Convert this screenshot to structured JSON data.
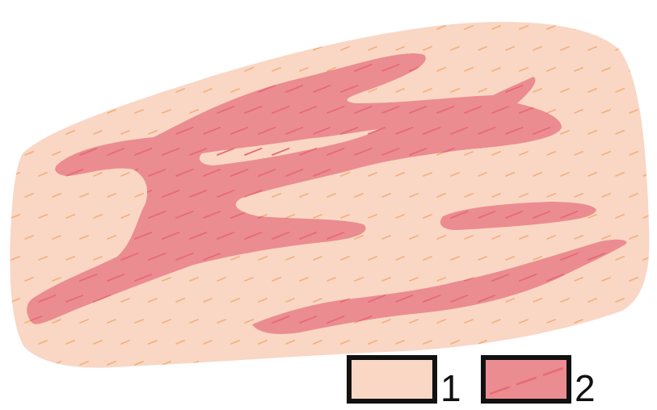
{
  "colors": {
    "background": "#ffffff",
    "unit1_fill": "#f9d7c4",
    "unit2_fill": "#eb8c91",
    "dash_on_unit1": "#f2b07a",
    "dash_on_unit2": "#e56b76",
    "legend_border": "#111111"
  },
  "legend": {
    "items": [
      {
        "label": "1",
        "fill_key": "unit1_fill",
        "has_dash": false
      },
      {
        "label": "2",
        "fill_key": "unit2_fill",
        "has_dash": true
      }
    ]
  }
}
